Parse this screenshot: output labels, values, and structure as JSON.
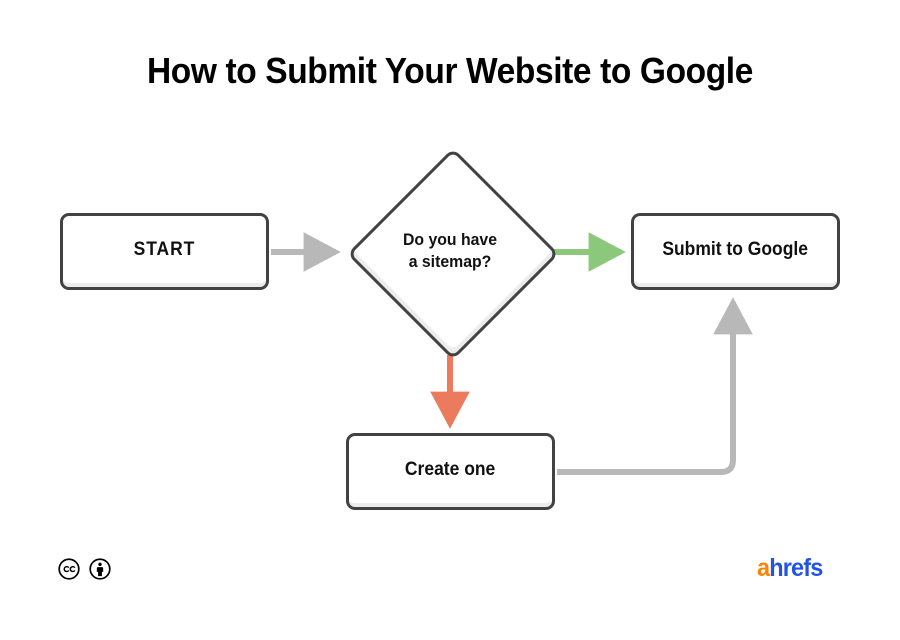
{
  "page": {
    "title": "How to Submit Your Website to Google",
    "background": "#ffffff"
  },
  "colors": {
    "node_border": "#424242",
    "node_fill": "#ffffff",
    "node_inner_shadow": "#ececec",
    "arrow_neutral": "#b8b8b8",
    "arrow_yes": "#8cc87c",
    "arrow_no": "#ec7b5e",
    "text": "#111111",
    "logo_orange": "#ff8200",
    "logo_blue": "#2154e0"
  },
  "diagram": {
    "type": "flowchart",
    "nodes": [
      {
        "id": "start",
        "shape": "rounded-rect",
        "label": "START"
      },
      {
        "id": "decision",
        "shape": "diamond",
        "label": "Do you have\na sitemap?"
      },
      {
        "id": "submit",
        "shape": "rounded-rect",
        "label": "Submit to Google"
      },
      {
        "id": "create",
        "shape": "rounded-rect",
        "label": "Create one"
      }
    ],
    "edges": [
      {
        "id": "start-to-decision",
        "from": "start",
        "to": "decision",
        "label": "",
        "color": "#b8b8b8"
      },
      {
        "id": "decision-to-submit",
        "from": "decision",
        "to": "submit",
        "label": "",
        "color": "#8cc87c"
      },
      {
        "id": "decision-to-create",
        "from": "decision",
        "to": "create",
        "label": "",
        "color": "#ec7b5e"
      },
      {
        "id": "create-to-submit",
        "from": "create",
        "to": "submit",
        "label": "",
        "color": "#b8b8b8"
      }
    ]
  },
  "footer": {
    "license_badges": [
      {
        "name": "creative-commons-icon",
        "label": "CC"
      },
      {
        "name": "creative-commons-by-icon",
        "label": "BY"
      }
    ],
    "logo": {
      "accent_text": "a",
      "rest_text": "hrefs",
      "full_text": "ahrefs"
    }
  }
}
